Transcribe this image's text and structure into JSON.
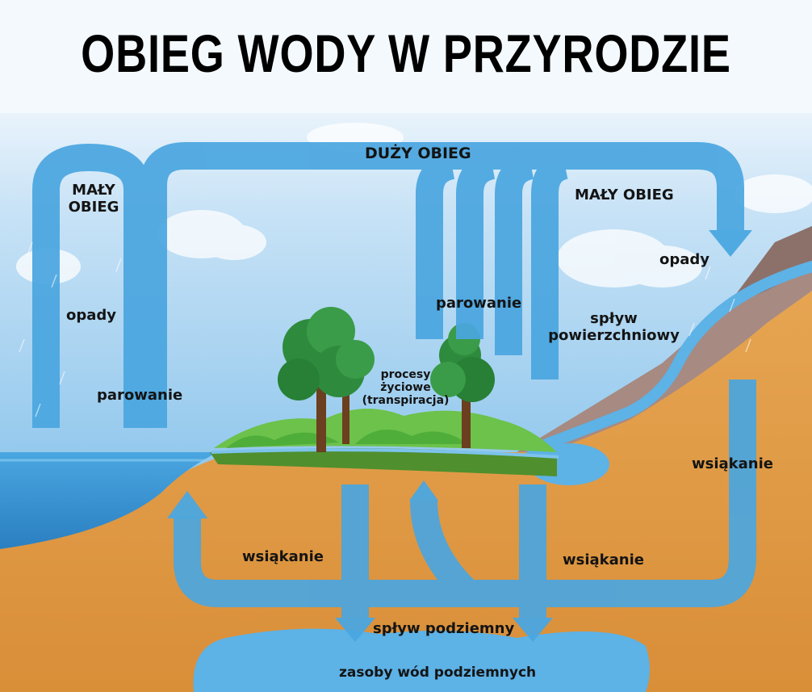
{
  "title": "OBIEG WODY W PRZYRODZIE",
  "labels": {
    "big_cycle": "DUŻY OBIEG",
    "small_cycle_left_line1": "MAŁY",
    "small_cycle_left_line2": "OBIEG",
    "small_cycle_right": "MAŁY OBIEG",
    "precipitation_left": "opady",
    "evaporation_left": "parowanie",
    "evaporation_center": "parowanie",
    "precipitation_right": "opady",
    "runoff_line1": "spływ",
    "runoff_line2": "powierzchniowy",
    "life_line1": "procesy",
    "life_line2": "życiowe",
    "life_line3": "(transpiracja)",
    "infiltration_right": "wsiąkanie",
    "infiltration_left": "wsiąkanie",
    "infiltration_center": "wsiąkanie",
    "underground_runoff": "spływ podziemny",
    "groundwater": "zasoby wód podziemnych"
  },
  "colors": {
    "sky_top": "#dcecf8",
    "sky_bottom": "#8fc6ec",
    "arrow": "#4aa6e0",
    "sea": "#2f8fcf",
    "soil": "#e3a04c",
    "mountain": "#a78a82",
    "grass": "#6cc24a",
    "tree_leaves": "#2e8b3e",
    "tree_trunk": "#6b3f1f"
  }
}
